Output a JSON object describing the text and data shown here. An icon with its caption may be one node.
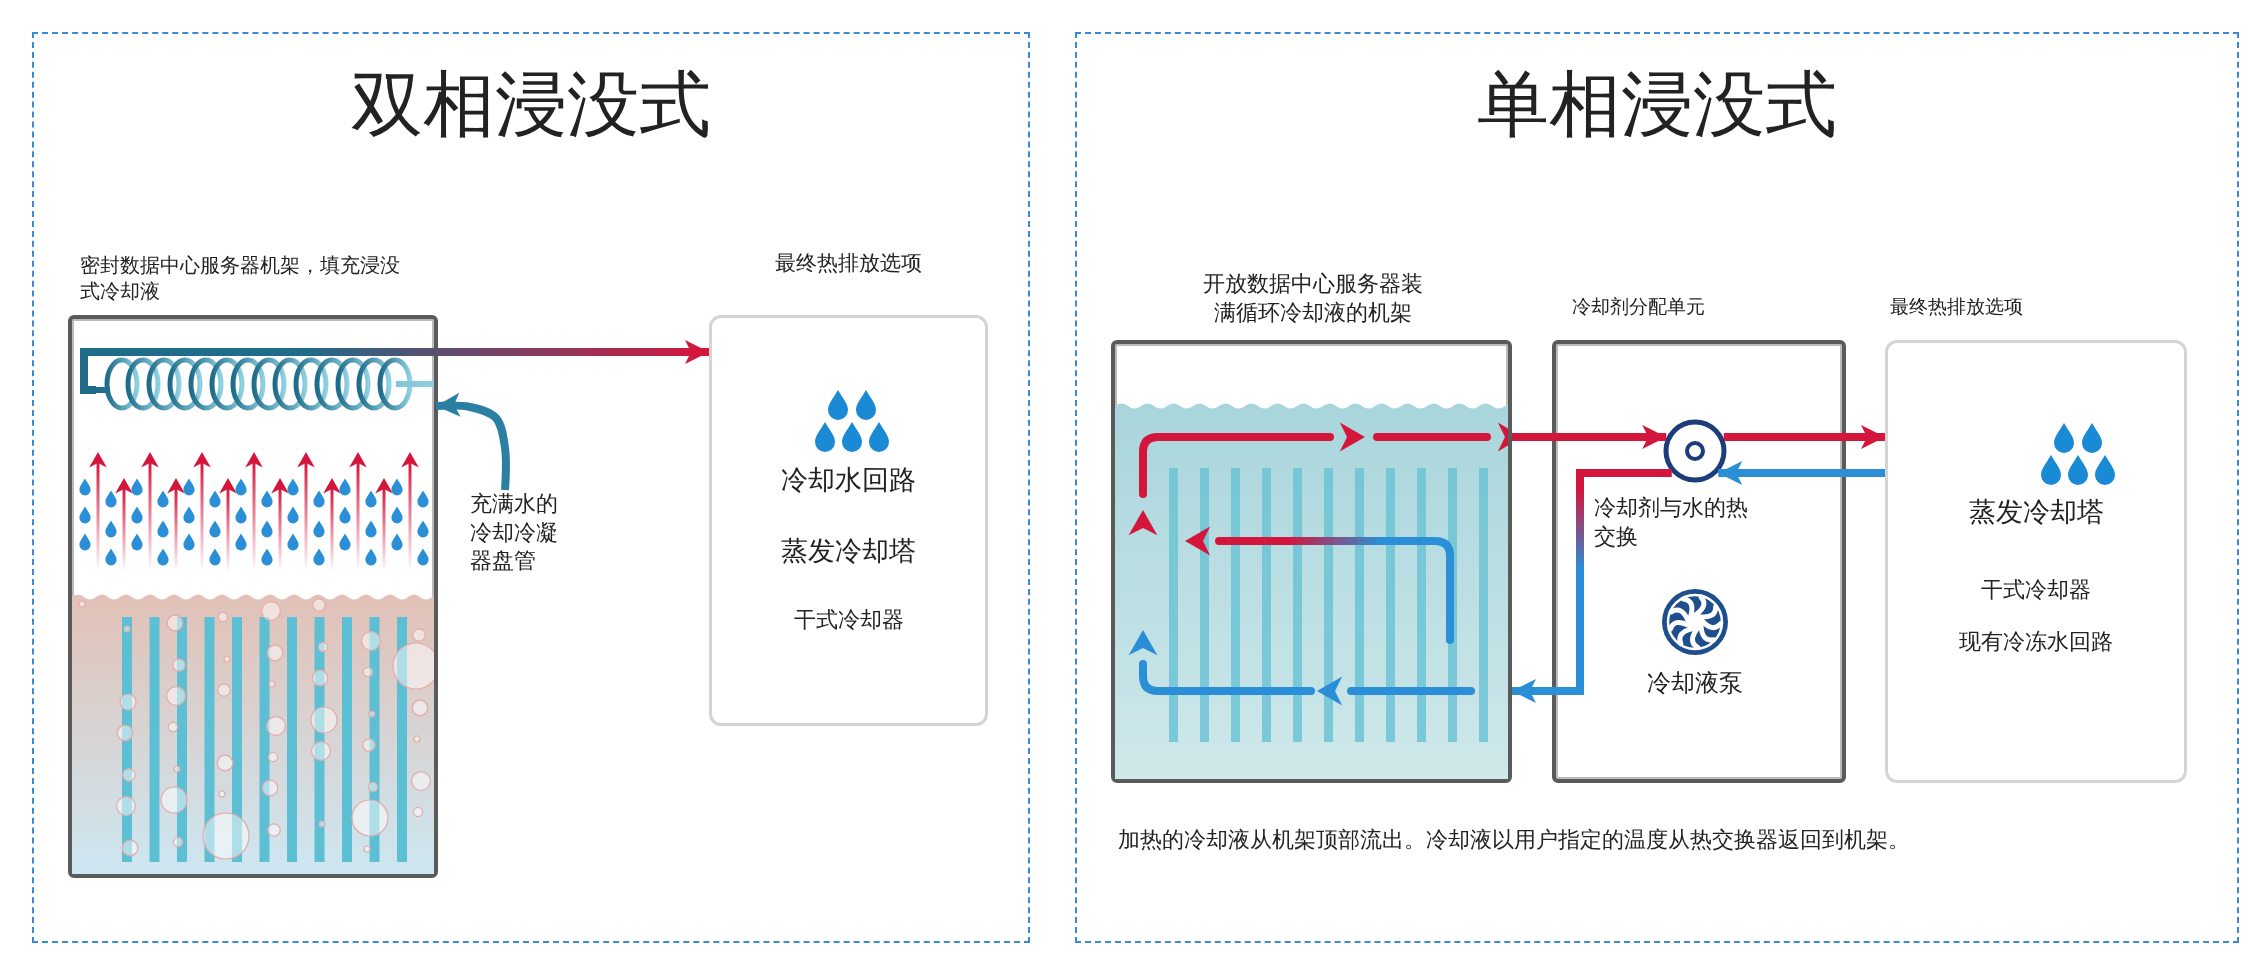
{
  "diagram": {
    "nodes": [
      {
        "text": [
          "双相浸没式"
        ]
      },
      {
        "text": [
          "密封数据中心服务器机架，填充浸没式冷却液"
        ],
        "in": 0
      },
      {
        "text": [],
        "shape": "picture",
        "in": 1
      },
      {
        "text": [
          "充满水的冷却冷凝器盘管"
        ],
        "in": 0
      },
      {
        "text": [
          "最终热排放选项",
          "冷却水回路",
          "蒸发冷却塔",
          "干式冷却器"
        ],
        "in": 0
      },
      {
        "text": [
          "单相浸没式"
        ]
      },
      {
        "text": [
          "开放数据中心服务器装满循环冷却液的机架"
        ],
        "in": 5
      },
      {
        "text": [
          "冷却剂分配单元"
        ],
        "in": 5
      },
      {
        "text": [],
        "shape": "circle",
        "beside": [
          "冷却剂与水的热交换"
        ],
        "in": 7
      },
      {
        "text": [],
        "shape": "picture",
        "beside": [
          "冷却液泵"
        ],
        "in": 7
      },
      {
        "text": [
          "最终热排放选项",
          "蒸发冷却塔",
          "干式冷却器",
          "现有冷冻水回路"
        ],
        "in": 5
      }
    ],
    "edges": [
      {
        "from": 2,
        "to": 4,
        "arrow": "to",
        "color": "#d4163c"
      },
      {
        "from": 3,
        "to": 2,
        "arrow": "to",
        "color": "#2b7fa3"
      },
      {
        "from": 6,
        "to": 8,
        "arrow": "to",
        "color": "#d4163c"
      },
      {
        "from": 8,
        "to": 10,
        "arrow": "to",
        "color": "#d4163c"
      },
      {
        "from": 10,
        "to": 8,
        "arrow": "to",
        "color": "#2a8fd6"
      },
      {
        "from": 8,
        "to": 6,
        "arrow": "to",
        "color": "#2a8fd6"
      }
    ],
    "labels": [
      "加热的冷却液从机架顶部流出。冷却液以用户指定的温度从热交换器返回到机架。"
    ]
  }
}
